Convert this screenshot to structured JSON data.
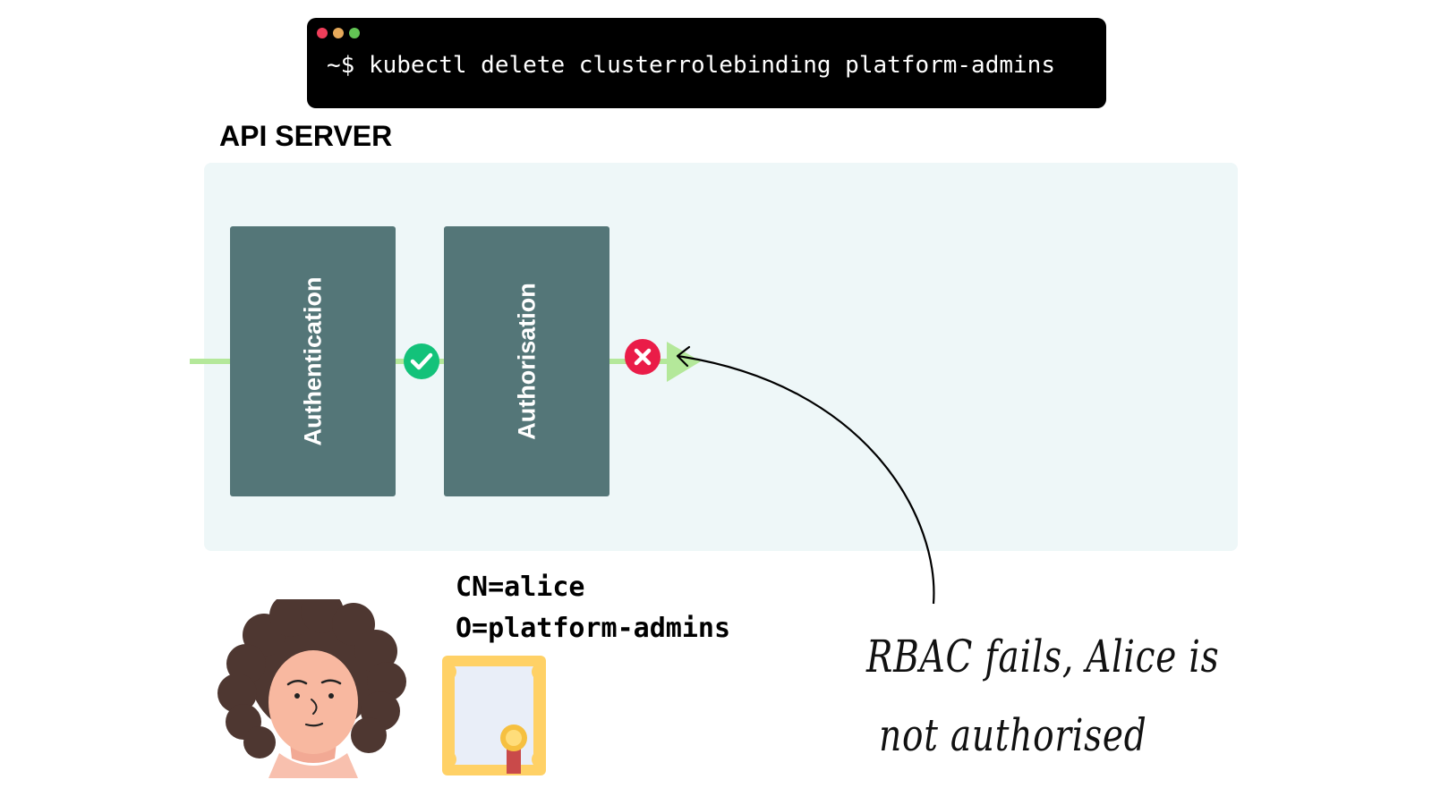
{
  "terminal": {
    "command": "~$ kubectl delete clusterrolebinding platform-admins"
  },
  "diagram": {
    "title": "API SERVER",
    "stages": {
      "authentication": "Authentication",
      "authorisation": "Authorisation"
    },
    "certificate_subject": {
      "cn": "CN=alice",
      "o": "O=platform-admins"
    },
    "annotation": {
      "line1": "RBAC fails, Alice is",
      "line2": "not authorised"
    }
  },
  "colors": {
    "flow": "#b4e89a",
    "success": "#13c27a",
    "failure": "#ea1c48",
    "stage": "#547678",
    "panel": "#eef7f8"
  },
  "icons": {
    "window_controls": [
      "red-dot",
      "yellow-dot",
      "green-dot"
    ],
    "success": "check-circle-icon",
    "failure": "x-circle-icon",
    "user": "avatar",
    "certificate": "certificate-icon"
  }
}
